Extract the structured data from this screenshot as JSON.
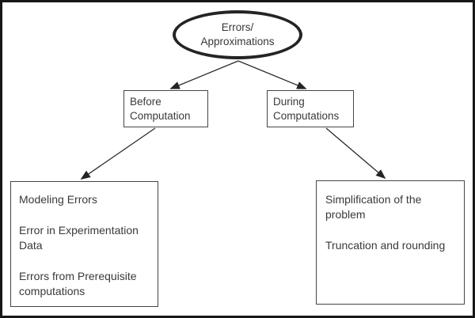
{
  "nodes": {
    "root": {
      "lines": [
        "Errors/",
        "Approximations"
      ]
    },
    "before": {
      "lines": [
        "Before",
        "Computation"
      ]
    },
    "during": {
      "lines": [
        "During",
        "Computations"
      ]
    },
    "before_details": {
      "items": [
        "Modeling Errors",
        "Error in Experimentation Data",
        "Errors from Prerequisite computations"
      ]
    },
    "during_details": {
      "items": [
        "Simplification of the problem",
        "Truncation and rounding"
      ]
    }
  },
  "colors": {
    "background": "#ffffff",
    "ink": "#242424",
    "text": "#3a3a3a",
    "box_border": "#454545",
    "frame_border": "#171717"
  }
}
